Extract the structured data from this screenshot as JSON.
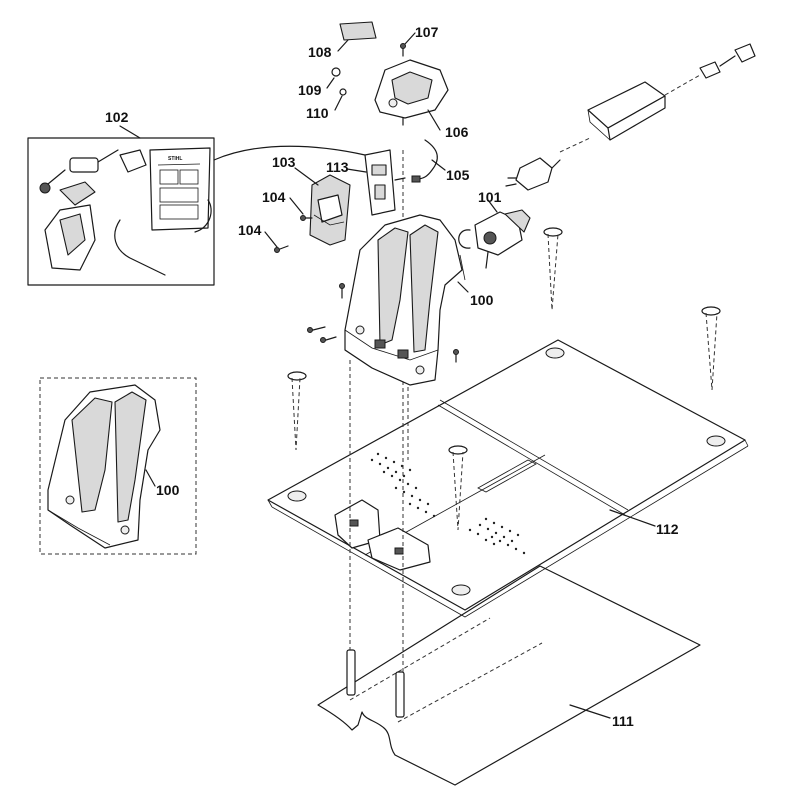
{
  "diagram": {
    "callouts": [
      {
        "id": "c-107",
        "text": "107"
      },
      {
        "id": "c-108",
        "text": "108"
      },
      {
        "id": "c-109",
        "text": "109"
      },
      {
        "id": "c-110",
        "text": "110"
      },
      {
        "id": "c-106",
        "text": "106"
      },
      {
        "id": "c-102",
        "text": "102"
      },
      {
        "id": "c-103",
        "text": "103"
      },
      {
        "id": "c-113",
        "text": "113"
      },
      {
        "id": "c-105",
        "text": "105"
      },
      {
        "id": "c-101",
        "text": "101"
      },
      {
        "id": "c-104a",
        "text": "104"
      },
      {
        "id": "c-104b",
        "text": "104"
      },
      {
        "id": "c-100a",
        "text": "100"
      },
      {
        "id": "c-100b",
        "text": "100"
      },
      {
        "id": "c-112",
        "text": "112"
      },
      {
        "id": "c-111",
        "text": "111"
      }
    ],
    "manual_brand": "STIHL"
  }
}
